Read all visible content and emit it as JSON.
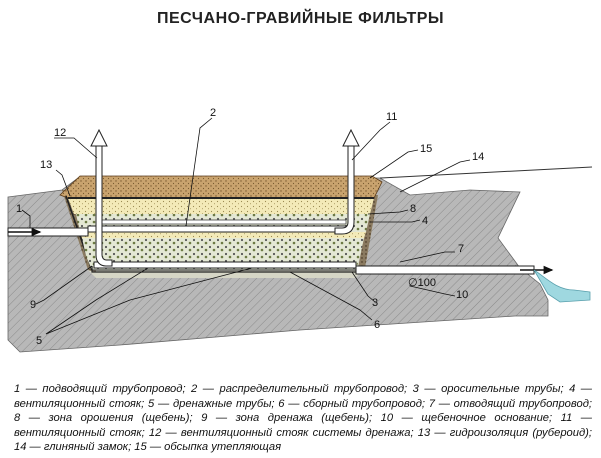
{
  "title": "ПЕСЧАНО-ГРАВИЙНЫЕ ФИЛЬТРЫ",
  "labels": {
    "n1": "1",
    "n2": "2",
    "n3": "3",
    "n4": "4",
    "n5": "5",
    "n6": "6",
    "n7": "7",
    "n8": "8",
    "n9": "9",
    "n10": "10",
    "n11": "11",
    "n12": "12",
    "n13": "13",
    "n14": "14",
    "n15": "15",
    "diameter": "∅100"
  },
  "caption": "1 — подводящий трубопровод; 2 — распределительный трубопровод; 3 — оросительные трубы; 4 — вентиляционный стояк; 5 — дренажные трубы; 6 — сборный трубопровод; 7 — отводящий трубопровод; 8 — зона орошения (щебень); 9 — зона дренажа (щебень); 10 — щебеночное основание; 11 — вентиляционный стояк; 12 — вентиляционный стояк системы дренажа; 13 — гидроизоляция (рубероид); 14 — глиняный замок; 15 — обсыпка утепляющая",
  "colors": {
    "soil": "#b5b5b5",
    "topsoil": "#c8a070",
    "sand": "#f3eab8",
    "gravel": "#dfe3cf",
    "pipe": "#ffffff",
    "water": "#9fd8e0"
  }
}
